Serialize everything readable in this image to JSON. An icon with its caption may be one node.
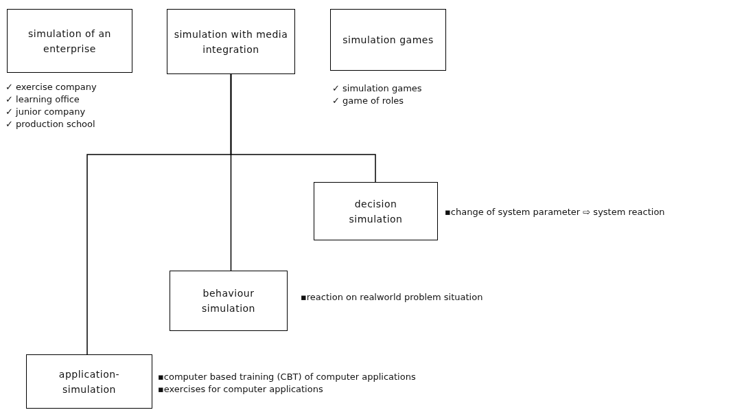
{
  "diagram": {
    "nodes": [
      {
        "text": [
          "simulation of an enterprise"
        ],
        "beside": [
          "✓ exercise company",
          "✓ learning office",
          "✓ junior company",
          "✓ production school"
        ]
      },
      {
        "text": [
          "simulation with media integration"
        ]
      },
      {
        "text": [
          "simulation games"
        ],
        "beside": [
          "✓ simulation games",
          "✓ game of roles"
        ]
      },
      {
        "text": [
          "decision simulation"
        ],
        "beside": [
          "▪change of system parameter ⇨ system reaction"
        ]
      },
      {
        "text": [
          "behaviour simulation"
        ],
        "beside": [
          "▪reaction on realworld problem situation"
        ]
      },
      {
        "text": [
          "application-simulation"
        ],
        "beside": [
          "▪computer based training (CBT) of computer applications",
          "▪exercises for computer applications"
        ]
      }
    ],
    "edges": [
      {
        "from": 1,
        "to": 3,
        "arrow": "none"
      },
      {
        "from": 1,
        "to": 4,
        "arrow": "none"
      },
      {
        "from": 1,
        "to": 5,
        "arrow": "none"
      }
    ]
  }
}
